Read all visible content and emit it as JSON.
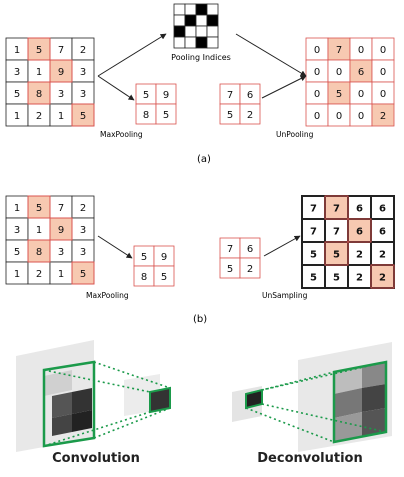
{
  "part_a": {
    "input_grid": [
      [
        "1",
        "5",
        "7",
        "2"
      ],
      [
        "3",
        "1",
        "9",
        "3"
      ],
      [
        "5",
        "8",
        "3",
        "3"
      ],
      [
        "1",
        "2",
        "1",
        "5"
      ]
    ],
    "input_highlight": [
      [
        0,
        1
      ],
      [
        1,
        2
      ],
      [
        2,
        1
      ],
      [
        3,
        3
      ]
    ],
    "pooled_grid": [
      [
        "5",
        "9"
      ],
      [
        "8",
        "5"
      ]
    ],
    "pooled_grid_copy": [
      [
        "7",
        "6"
      ],
      [
        "5",
        "2"
      ]
    ],
    "unpooled_grid": [
      [
        "0",
        "7",
        "0",
        "0"
      ],
      [
        "0",
        "0",
        "6",
        "0"
      ],
      [
        "0",
        "5",
        "0",
        "0"
      ],
      [
        "0",
        "0",
        "0",
        "2"
      ]
    ],
    "unpooled_highlight": [
      [
        0,
        1
      ],
      [
        1,
        2
      ],
      [
        2,
        1
      ],
      [
        3,
        3
      ]
    ],
    "pooling_indices_pattern": [
      [
        0,
        0,
        1,
        0
      ],
      [
        0,
        1,
        0,
        1
      ],
      [
        1,
        0,
        0,
        0
      ],
      [
        0,
        0,
        1,
        0
      ]
    ],
    "pooling_indices_label": "Pooling Indices",
    "maxpool_label": "MaxPooling",
    "unpool_label": "UnPooling",
    "caption": "(a)"
  },
  "part_b": {
    "input_grid": [
      [
        "1",
        "5",
        "7",
        "2"
      ],
      [
        "3",
        "1",
        "9",
        "3"
      ],
      [
        "5",
        "8",
        "3",
        "3"
      ],
      [
        "1",
        "2",
        "1",
        "5"
      ]
    ],
    "input_highlight": [
      [
        0,
        1
      ],
      [
        1,
        2
      ],
      [
        2,
        1
      ],
      [
        3,
        3
      ]
    ],
    "pooled_grid": [
      [
        "5",
        "9"
      ],
      [
        "8",
        "5"
      ]
    ],
    "pooled_grid_copy": [
      [
        "7",
        "6"
      ],
      [
        "5",
        "2"
      ]
    ],
    "upsampled_grid": [
      [
        "7",
        "7",
        "6",
        "6"
      ],
      [
        "7",
        "7",
        "6",
        "6"
      ],
      [
        "5",
        "5",
        "2",
        "2"
      ],
      [
        "5",
        "5",
        "2",
        "2"
      ]
    ],
    "upsampled_highlight": [
      [
        0,
        1
      ],
      [
        1,
        2
      ],
      [
        2,
        1
      ],
      [
        3,
        3
      ]
    ],
    "maxpool_label": "MaxPooling",
    "upsample_label": "UnSampling",
    "caption": "(b)"
  },
  "part_c": {
    "conv_label": "Convolution",
    "deconv_label": "Deconvolution"
  },
  "colors": {
    "highlight": "#f7c9b1",
    "red_border": "#d9534f",
    "grid_border": "#222222",
    "green": "#1b9a4a"
  }
}
